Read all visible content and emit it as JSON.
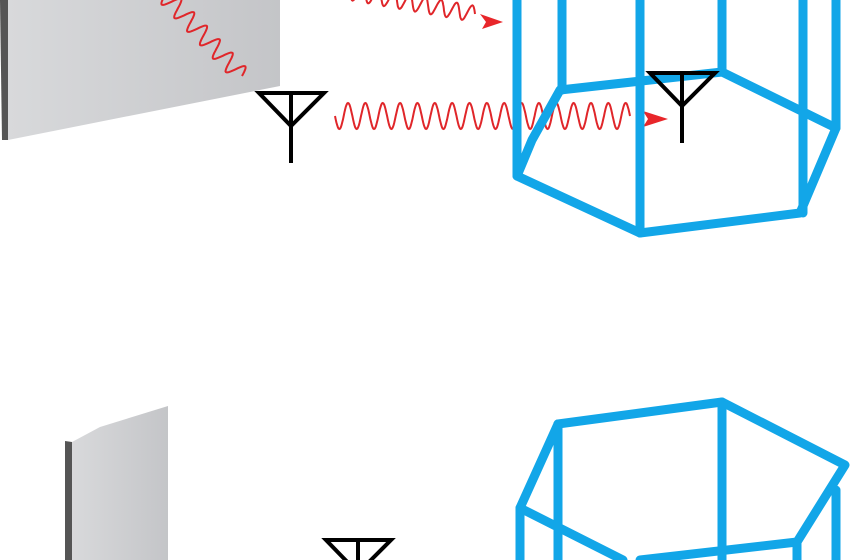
{
  "diagram": {
    "panels": [
      {
        "name": "top",
        "objects": [
          "wall",
          "transmitter-antenna",
          "receiver-antenna",
          "hexagonal-prism",
          "signal-waves"
        ]
      },
      {
        "name": "bottom",
        "objects": [
          "wall",
          "antenna",
          "hexagonal-prism"
        ]
      }
    ],
    "colors": {
      "prism": "#12a6e8",
      "wave": "#e0262a",
      "wall": "#d0d1d3",
      "wall_edge": "#555555",
      "antenna": "#000000"
    },
    "icons": [
      "wall-panel",
      "antenna-icon",
      "wave-arrow"
    ]
  }
}
